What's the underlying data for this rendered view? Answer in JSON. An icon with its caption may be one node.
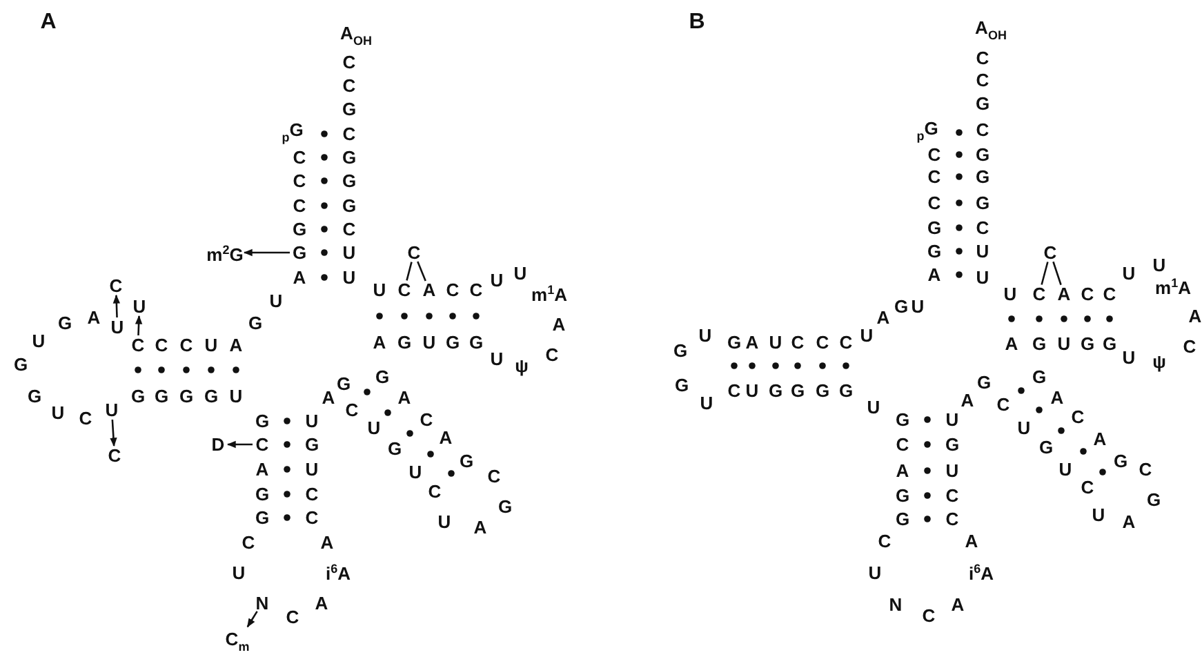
{
  "diagram": {
    "nodes": [
      {
        "text": [
          "G"
        ]
      },
      {
        "text": [
          "m$^{2}$G"
        ]
      },
      {
        "text": [
          "C"
        ]
      },
      {
        "text": [
          "U"
        ]
      },
      {
        "text": [
          "U"
        ]
      },
      {
        "text": [
          "C"
        ]
      },
      {
        "text": [
          "U"
        ]
      },
      {
        "text": [
          "C"
        ]
      },
      {
        "text": [
          "C"
        ]
      },
      {
        "text": [
          "D"
        ]
      },
      {
        "text": [
          "N"
        ]
      },
      {
        "text": [
          "C$_{m}$"
        ]
      },
      {
        "text": [
          "C"
        ]
      },
      {
        "text": [
          "C"
        ]
      },
      {
        "text": [
          "A"
        ]
      },
      {
        "text": [
          "C"
        ]
      },
      {
        "text": [
          "C"
        ]
      },
      {
        "text": [
          "A"
        ]
      }
    ],
    "edges": [
      {
        "from": 0,
        "to": 1,
        "arrow": "to"
      },
      {
        "from": 3,
        "to": 2,
        "arrow": "to"
      },
      {
        "from": 5,
        "to": 4,
        "arrow": "to"
      },
      {
        "from": 6,
        "to": 7,
        "arrow": "to"
      },
      {
        "from": 8,
        "to": 9,
        "arrow": "to"
      },
      {
        "from": 10,
        "to": 11,
        "arrow": "to"
      },
      {
        "from": 12,
        "to": 13,
        "arrow": "none"
      },
      {
        "from": 12,
        "to": 14,
        "arrow": "none"
      },
      {
        "from": 15,
        "to": 16,
        "arrow": "none"
      },
      {
        "from": 15,
        "to": 17,
        "arrow": "none"
      }
    ],
    "labels": [
      "A",
      "A$_{OH}$",
      "C",
      "C",
      "G",
      "C",
      "G",
      "G",
      "G",
      "C",
      "U",
      "U",
      "$_{p}$G",
      "C",
      "C",
      "C",
      "G",
      "A",
      "U",
      "G",
      "A",
      "U",
      "C",
      "C",
      "A",
      "G",
      "U",
      "G",
      "G",
      "U",
      "C",
      "G",
      "G",
      "G",
      "G",
      "U",
      "G",
      "A",
      "G",
      "G",
      "C",
      "U",
      "C",
      "A",
      "i$^{6}$A",
      "A",
      "C",
      "C",
      "U",
      "G",
      "U",
      "A",
      "G",
      "C",
      "U",
      "G",
      "U",
      "C",
      "U",
      "A",
      "G",
      "C",
      "G",
      "A",
      "C",
      "A",
      "G",
      "A",
      "G",
      "U",
      "G",
      "G",
      "U",
      "ψ",
      "C",
      "A",
      "m$^{1}$A",
      "U",
      "U",
      "C",
      "C",
      "U",
      "B",
      "A$_{OH}$",
      "C",
      "C",
      "G",
      "C",
      "G",
      "G",
      "G",
      "C",
      "U",
      "U",
      "$_{p}$G",
      "C",
      "C",
      "C",
      "G",
      "G",
      "A",
      "U",
      "G",
      "A",
      "U",
      "C",
      "C",
      "C",
      "U",
      "A",
      "G",
      "U",
      "G",
      "G",
      "U",
      "C",
      "U",
      "G",
      "G",
      "G",
      "G",
      "U",
      "G",
      "C",
      "A",
      "G",
      "G",
      "C",
      "U",
      "N",
      "C",
      "A",
      "i$^{6}$A",
      "A",
      "C",
      "C",
      "U",
      "G",
      "U",
      "A",
      "G",
      "C",
      "U",
      "G",
      "U",
      "C",
      "U",
      "A",
      "G",
      "C",
      "G",
      "A",
      "C",
      "A",
      "G",
      "A",
      "G",
      "U",
      "G",
      "G",
      "U",
      "ψ",
      "C",
      "A",
      "m$^{1}$A",
      "U",
      "U",
      "C",
      "C",
      "U"
    ]
  }
}
